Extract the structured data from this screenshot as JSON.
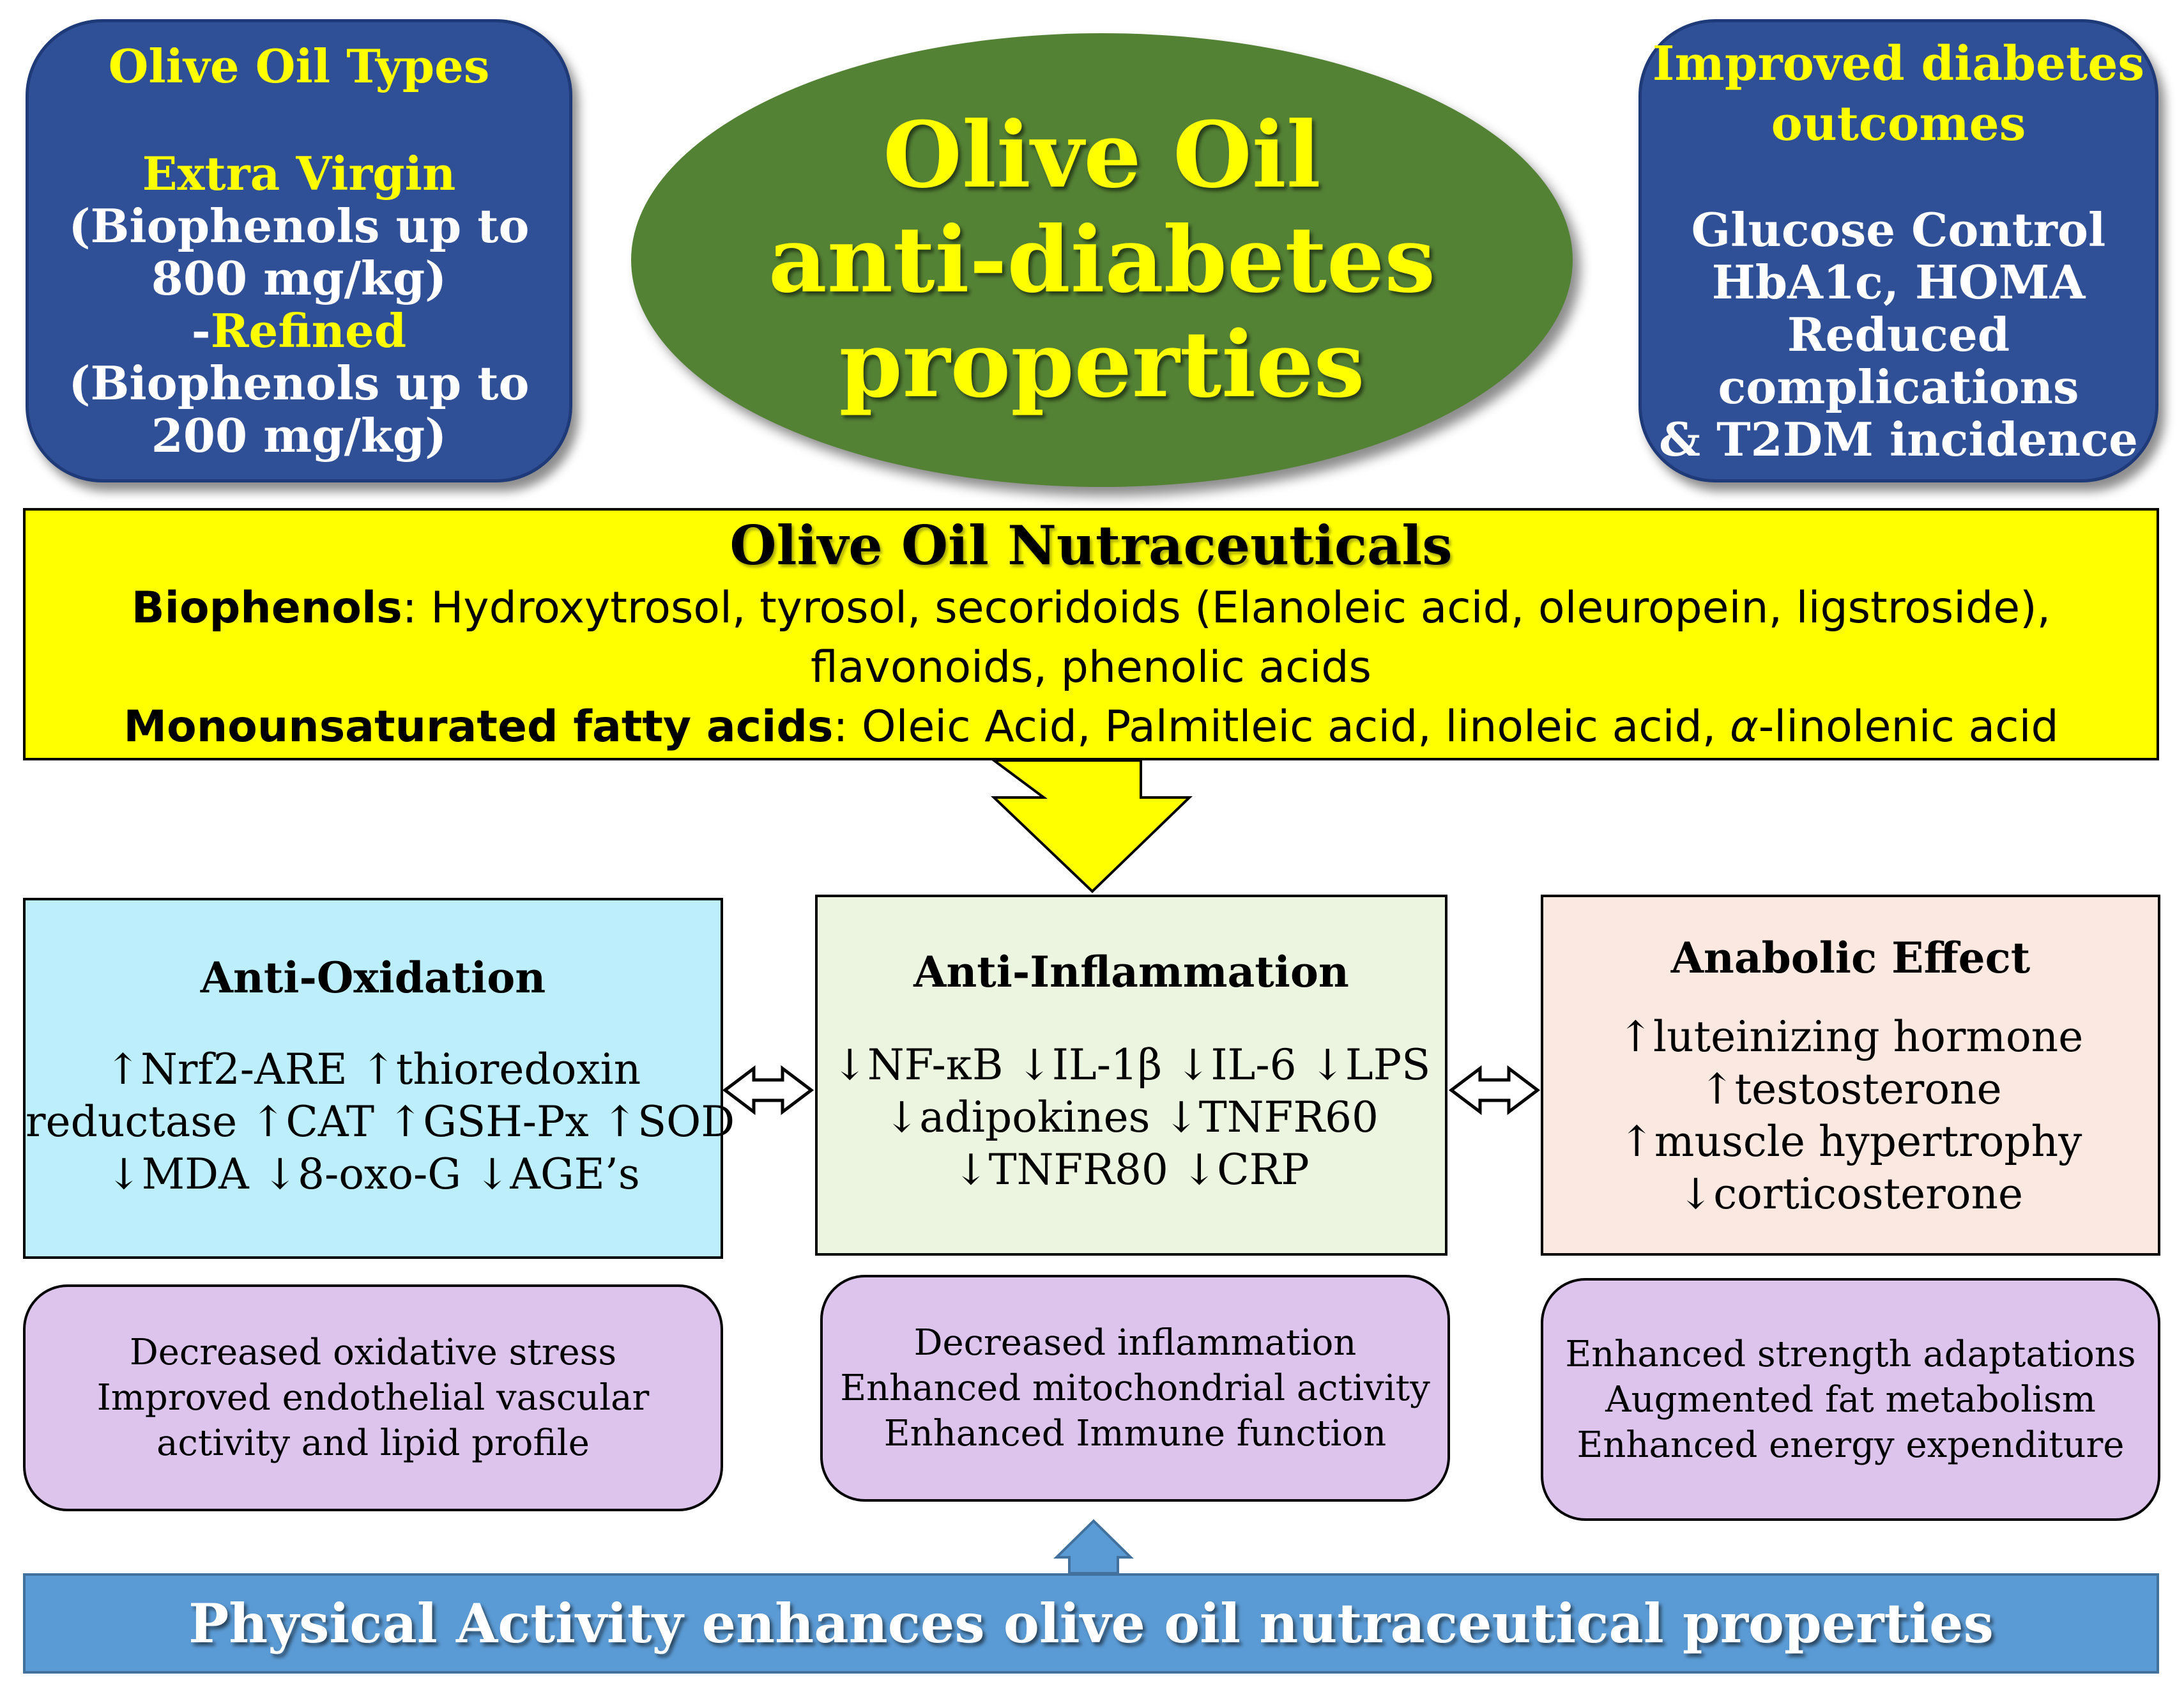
{
  "types_box": {
    "title": "Olive Oil Types",
    "extra_virgin": "Extra Virgin",
    "ev_line1": "(Biophenols up to",
    "ev_line2": "800 mg/kg)",
    "refined_dash": "-",
    "refined": "Refined",
    "ref_line1": "(Biophenols up to",
    "ref_line2": "200 mg/kg)"
  },
  "main_title": {
    "line1": "Olive Oil",
    "line2": "anti-diabetes",
    "line3": "properties"
  },
  "outcomes_box": {
    "title_line1": "Improved diabetes",
    "title_line2": "outcomes",
    "lines": [
      "Glucose Control",
      "HbA1c, HOMA",
      "Reduced",
      "complications",
      "& T2DM incidence"
    ]
  },
  "nutraceuticals": {
    "title": "Olive Oil Nutraceuticals",
    "biophenols_label": "Biophenols",
    "biophenols_text": ": Hydroxytrosol, tyrosol, secoridoids (Elanoleic acid, oleuropein, ligstroside),",
    "biophenols_text2": "flavonoids, phenolic acids",
    "mufa_label": "Monounsaturated fatty acids",
    "mufa_text": ": Oleic Acid, Palmitleic acid, linoleic acid, ",
    "mufa_alpha": "α",
    "mufa_text2": "-linolenic acid"
  },
  "mechanisms": [
    {
      "title": "Anti-Oxidation",
      "lines": [
        "↑Nrf2-ARE ↑thioredoxin",
        "reductase ↑CAT ↑GSH-Px ↑SOD",
        "↓MDA ↓8-oxo-G ↓AGE’s"
      ],
      "color": "#bdeefb"
    },
    {
      "title": "Anti-Inflammation",
      "lines": [
        "↓NF-κB ↓IL-1β ↓IL-6 ↓LPS",
        "↓adipokines ↓TNFR60",
        "↓TNFR80 ↓CRP"
      ],
      "color": "#ebf5e0"
    },
    {
      "title": "Anabolic Effect",
      "lines": [
        "↑luteinizing hormone",
        "↑testosterone",
        "↑muscle hypertrophy",
        "↓corticosterone"
      ],
      "color": "#fbe9e1"
    }
  ],
  "effects": [
    {
      "lines": [
        "Decreased oxidative stress",
        "Improved endothelial vascular",
        "activity and lipid profile"
      ]
    },
    {
      "lines": [
        "Decreased inflammation",
        "Enhanced mitochondrial activity",
        "Enhanced Immune function"
      ]
    },
    {
      "lines": [
        "Enhanced strength adaptations",
        "Augmented fat metabolism",
        "Enhanced energy expenditure"
      ]
    }
  ],
  "physical_activity": "Physical Activity enhances olive oil nutraceutical properties",
  "colors": {
    "blue_box": "#2f4f96",
    "olive_green": "#548235",
    "title_yellow": "#ffff00",
    "nutra_yellow": "#ffff00",
    "purple": "#dcc4ec",
    "pa_blue": "#5b9bd5"
  }
}
